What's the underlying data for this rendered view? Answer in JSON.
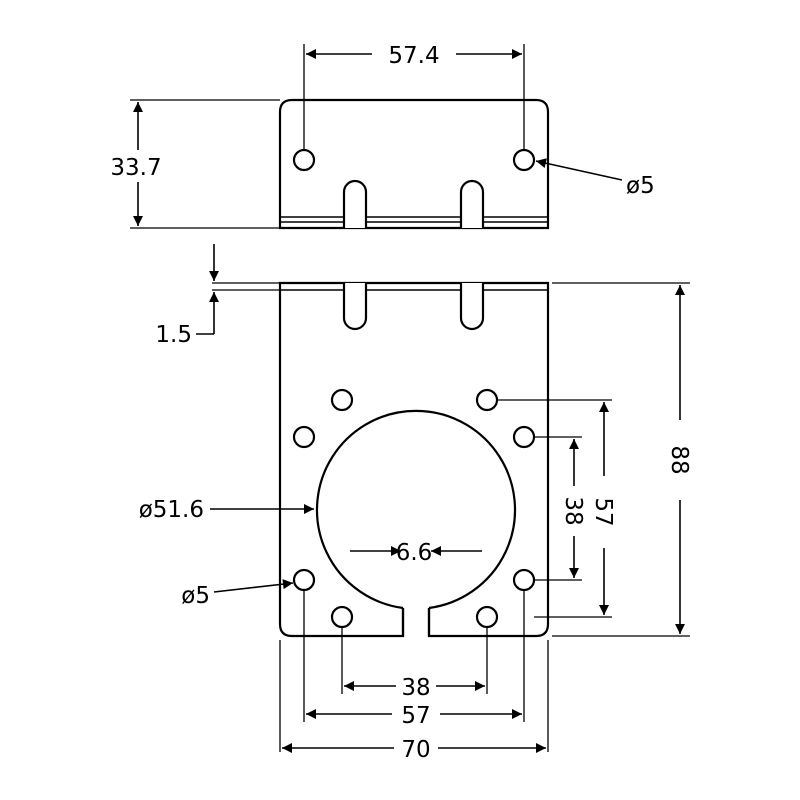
{
  "drawing": {
    "dims": {
      "top_width": "57.4",
      "height": "33.7",
      "top_hole_dia": "ø5",
      "thickness": "1.5",
      "plate_height": "88",
      "circle_dia": "ø51.6",
      "hole_dia": "ø5",
      "slot_gap": "6.6",
      "hole_pitch_small": "38",
      "hole_pitch_large": "57",
      "hole_vert_small": "38",
      "hole_vert_large": "57",
      "plate_width": "70"
    }
  }
}
